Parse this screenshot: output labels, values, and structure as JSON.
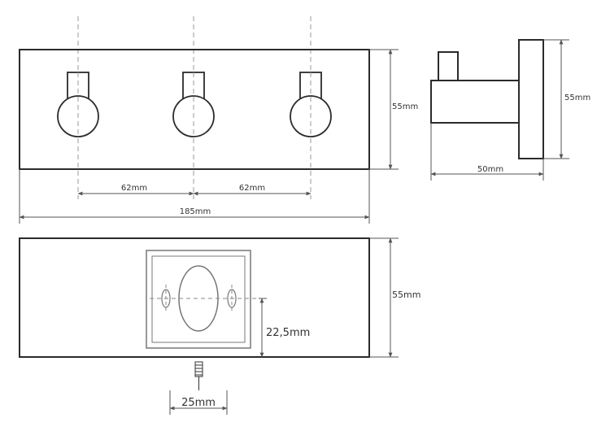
{
  "dimensions": {
    "hook_spacing_left": "62mm",
    "hook_spacing_right": "62mm",
    "total_width": "185mm",
    "front_height": "55mm",
    "side_height": "55mm",
    "side_depth": "50mm",
    "back_height": "55mm",
    "mount_offset": "22,5mm",
    "screw_width": "25mm"
  },
  "colors": {
    "outline": "#2b2b2b",
    "centerline": "#9a9a9a",
    "dimension": "#555555"
  }
}
